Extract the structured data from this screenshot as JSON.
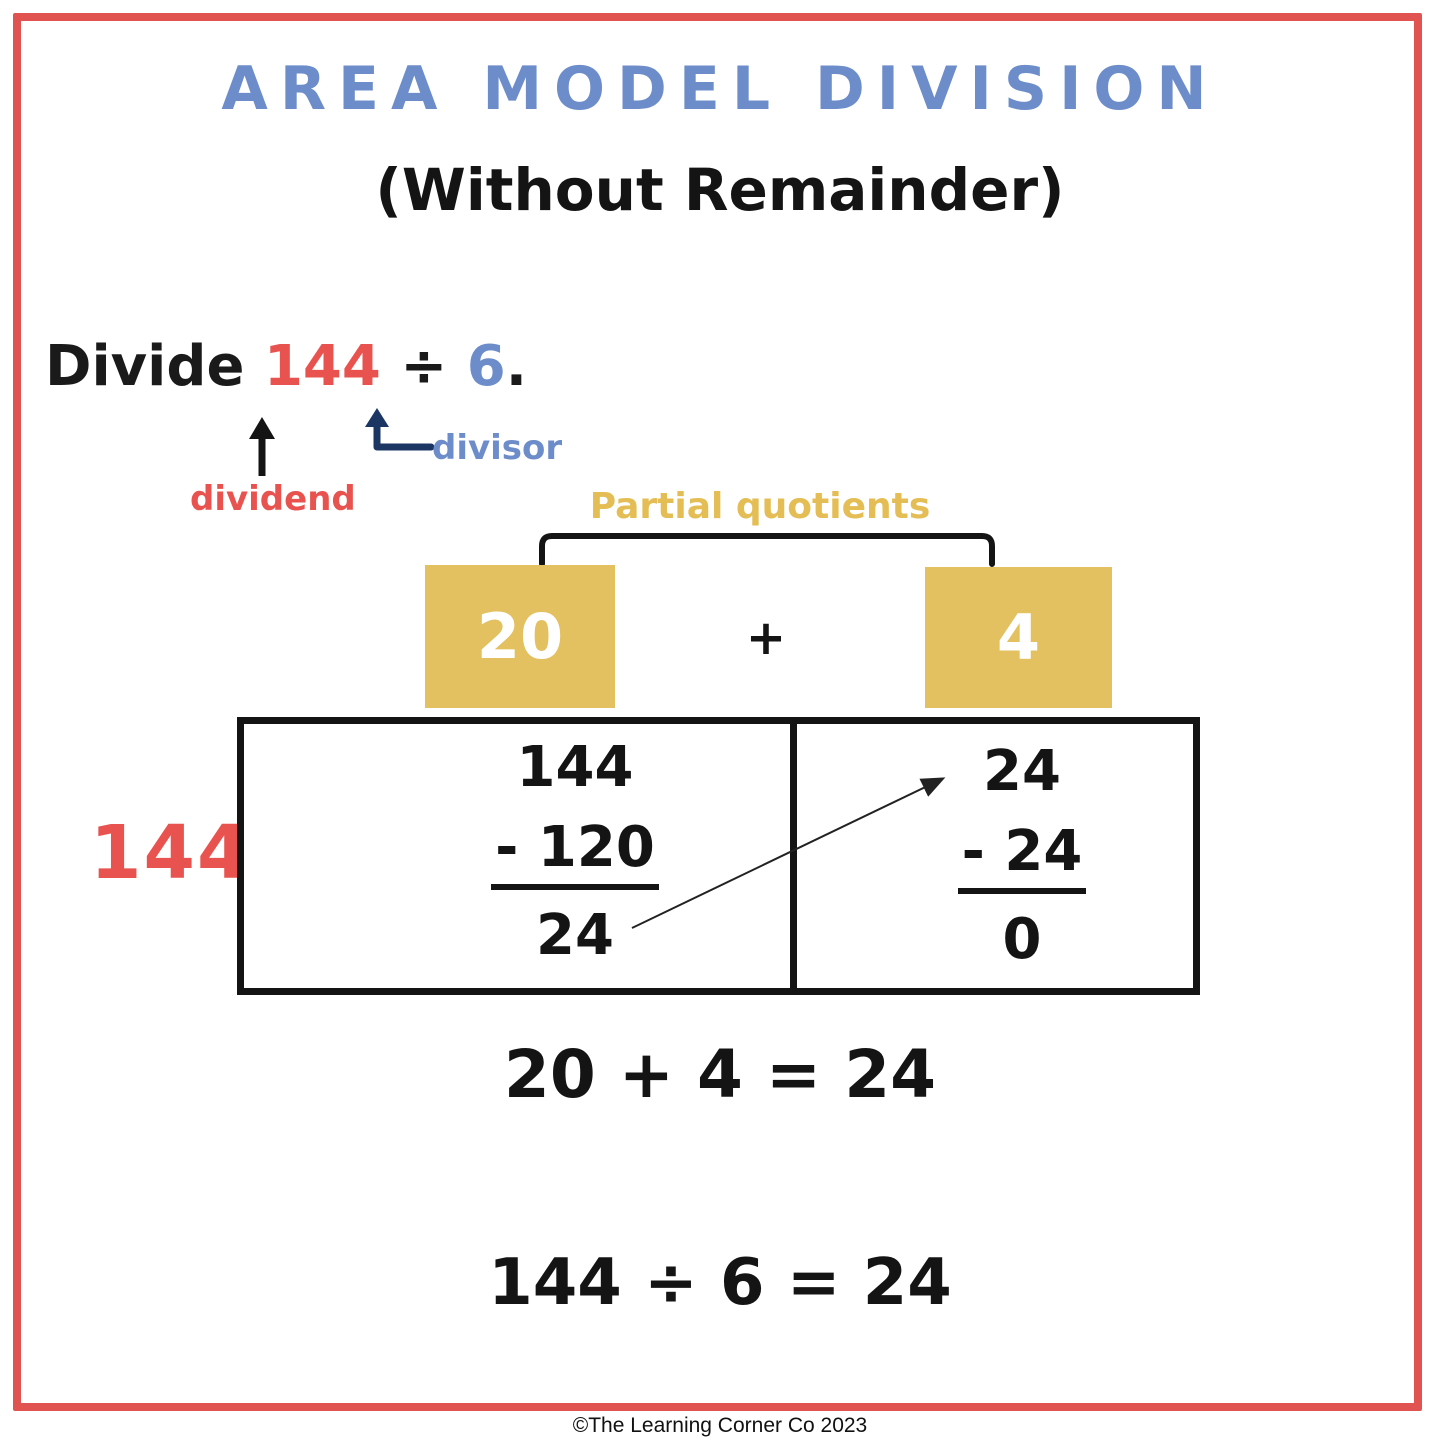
{
  "colors": {
    "accent_red": "#E8534F",
    "accent_blue": "#6D8DCA",
    "accent_navy": "#1C3664",
    "accent_gold": "#E4C160",
    "ink_black": "#141414"
  },
  "title": "AREA MODEL DIVISION",
  "subtitle": "(Without Remainder)",
  "problem": {
    "verb": "Divide ",
    "dividend": "144",
    "operator": " ÷ ",
    "divisor": "6",
    "period": ".",
    "dividend_label": "dividend",
    "divisor_label": "divisor"
  },
  "partial_quotients": {
    "label": "Partial quotients",
    "left_value": "20",
    "plus": "+",
    "right_value": "4"
  },
  "area_model": {
    "side_label": "144",
    "left_cell": {
      "minuend": "144",
      "subtraction": "- 120",
      "difference": "24"
    },
    "right_cell": {
      "minuend": "24",
      "subtraction": "- 24",
      "difference": "0"
    }
  },
  "equations": {
    "partial_sum": "20 + 4 = 24",
    "final": "144 ÷ 6 = 24"
  },
  "footer": "©The Learning Corner Co 2023"
}
